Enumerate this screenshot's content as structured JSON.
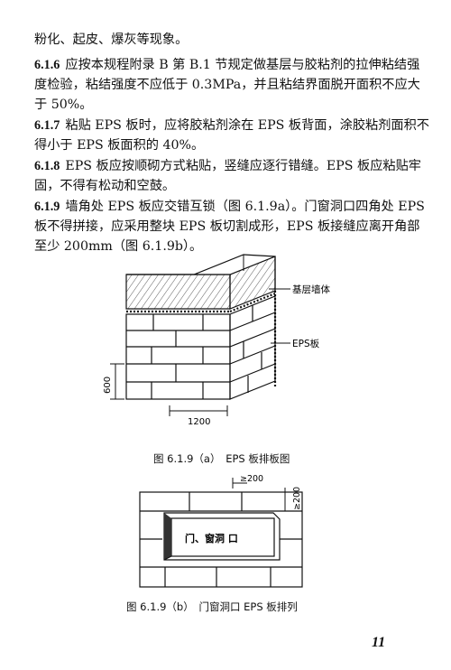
{
  "intro_line": "粉化、起皮、爆灰等现象。",
  "sections": [
    {
      "num": "6.1.6",
      "text": "应按本规程附录 B 第 B.1 节规定做基层与胶粘剂的拉伸粘结强度检验，粘结强度不应低于 0.3MPa，并且粘结界面脱开面积不应大于 50%。"
    },
    {
      "num": "6.1.7",
      "text": "粘贴 EPS 板时，应将胶粘剂涂在 EPS 板背面，涂胶粘剂面积不得小于 EPS 板面积的 40%。"
    },
    {
      "num": "6.1.8",
      "text": "EPS 板应按顺砌方式粘贴，竖缝应逐行错缝。EPS 板应粘贴牢固，不得有松动和空鼓。"
    },
    {
      "num": "6.1.9",
      "text": "墙角处 EPS 板应交错互锁（图 6.1.9a）。门窗洞口四角处 EPS 板不得拼接，应采用整块 EPS 板切割成形，EPS 板接缝应离开角部至少 200mm（图 6.1.9b）。"
    }
  ],
  "fig_a": {
    "label_base_wall": "基层墙体",
    "label_eps": "EPS板",
    "dim_height": "600",
    "dim_width": "1200",
    "caption": "图 6.1.9（a）　EPS 板排板图"
  },
  "fig_b": {
    "label_opening": "门、窗洞 口",
    "dim_horizontal": "≥200",
    "dim_vertical": "≥200",
    "caption": "图 6.1.9（b）　门窗洞口 EPS 板排列"
  },
  "page_number": "11"
}
